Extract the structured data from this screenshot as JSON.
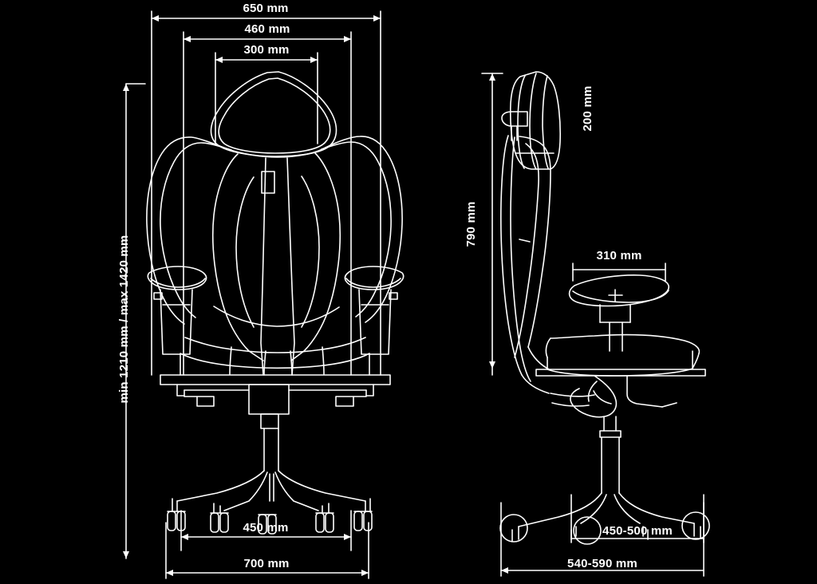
{
  "drawing": {
    "title": "Gaming chair technical dimension drawing",
    "background_color": "#000000",
    "line_color": "#ffffff",
    "views": [
      {
        "name": "front-view",
        "position": "left"
      },
      {
        "name": "side-view",
        "position": "right"
      }
    ]
  },
  "dimensions": {
    "front": {
      "overall_width": "650 mm",
      "backrest_width": "460 mm",
      "headrest_width": "300 mm",
      "height_range": "min 1210 mm / max 1420 mm",
      "base_inner_width": "450 mm",
      "base_overall_width": "700 mm"
    },
    "side": {
      "headrest_height": "200 mm",
      "backrest_height": "790 mm",
      "armrest_length": "310 mm",
      "seat_depth_range": "450-500 mm",
      "base_depth_range": "540-590 mm"
    }
  },
  "units": "mm"
}
